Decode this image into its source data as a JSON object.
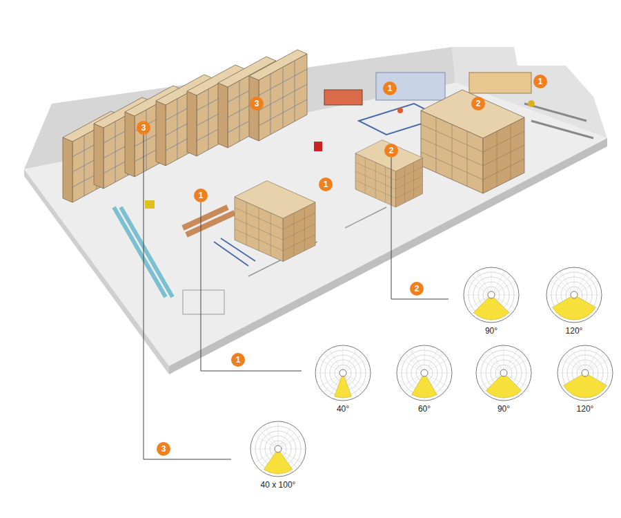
{
  "diagram": {
    "labels": [
      "1",
      "1",
      "2",
      "3",
      "3",
      "2",
      "1",
      "1",
      "2",
      "90°",
      "120°",
      "1",
      "40°",
      "60°",
      "90°",
      "120°",
      "3",
      "40 x 100°"
    ]
  }
}
